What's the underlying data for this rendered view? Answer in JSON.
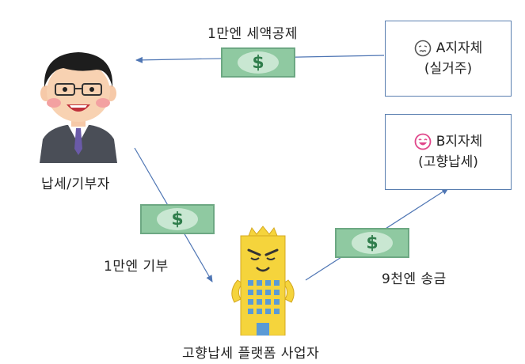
{
  "arrows": {
    "tax_credit": "1만엔 세액공제",
    "donation": "1만엔 기부",
    "transfer": "9천엔 송금"
  },
  "nodes": {
    "taxpayer": {
      "label": "납세/기부자"
    },
    "platform": {
      "label": "고향납세 플랫폼 사업자"
    },
    "municipality_a": {
      "name": "A지자체",
      "sub": "(실거주)",
      "icon": "sad-face-icon"
    },
    "municipality_b": {
      "name": "B지자체",
      "sub": "(고향납세)",
      "icon": "happy-face-icon"
    }
  },
  "money_symbol": "$",
  "colors": {
    "arrow": "#4f76b4",
    "box_border": "#5a7fb0",
    "bill": "#8fc9a1",
    "building": "#f5d43c",
    "happy_face": "#e0468a",
    "sad_face": "#555555"
  }
}
